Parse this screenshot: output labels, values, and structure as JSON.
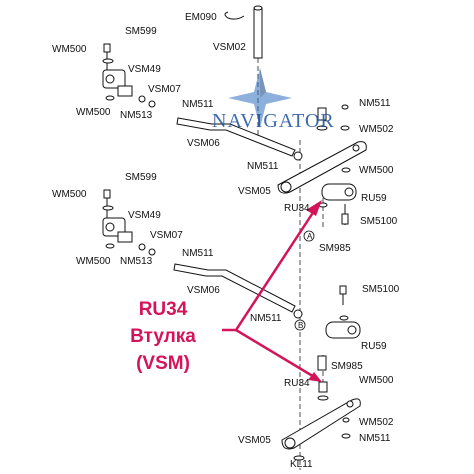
{
  "labels": {
    "em090": "EM090",
    "vsm02": "VSM02",
    "sm599_a": "SM599",
    "wm500_a": "WM500",
    "vsm49_a": "VSM49",
    "wm500_b": "WM500",
    "vsm07_a": "VSM07",
    "nm513_a": "NM513",
    "nm511_a": "NM511",
    "vsm06_a": "VSM06",
    "nm511_b": "NM511",
    "wm502_a": "WM502",
    "nm511_c": "NM511",
    "wm500_c": "WM500",
    "vsm05_a": "VSM05",
    "ru59_a": "RU59",
    "ru34_a": "RU34",
    "sm5100_a": "SM5100",
    "sm985_a": "SM985",
    "sm599_b": "SM599",
    "wm500_d": "WM500",
    "vsm49_b": "VSM49",
    "wm500_e": "WM500",
    "vsm07_b": "VSM07",
    "nm513_b": "NM513",
    "nm511_d": "NM511",
    "vsm06_b": "VSM06",
    "sm5100_b": "SM5100",
    "nm511_e": "NM511",
    "ru59_b": "RU59",
    "sm985_b": "SM985",
    "ru34_b": "RU34",
    "wm500_f": "WM500",
    "wm502_b": "WM502",
    "vsm05_b": "VSM05",
    "nm511_f": "NM511",
    "kl11": "KL11",
    "marker_a": "A",
    "marker_b": "B"
  },
  "callout": {
    "line1": "RU34",
    "line2": "Втулка",
    "line3": "(VSM)"
  },
  "watermark": "NAVIGATOR",
  "colors": {
    "callout": "#d4145a",
    "line": "#111111",
    "watermark": "#1e4f9c"
  }
}
